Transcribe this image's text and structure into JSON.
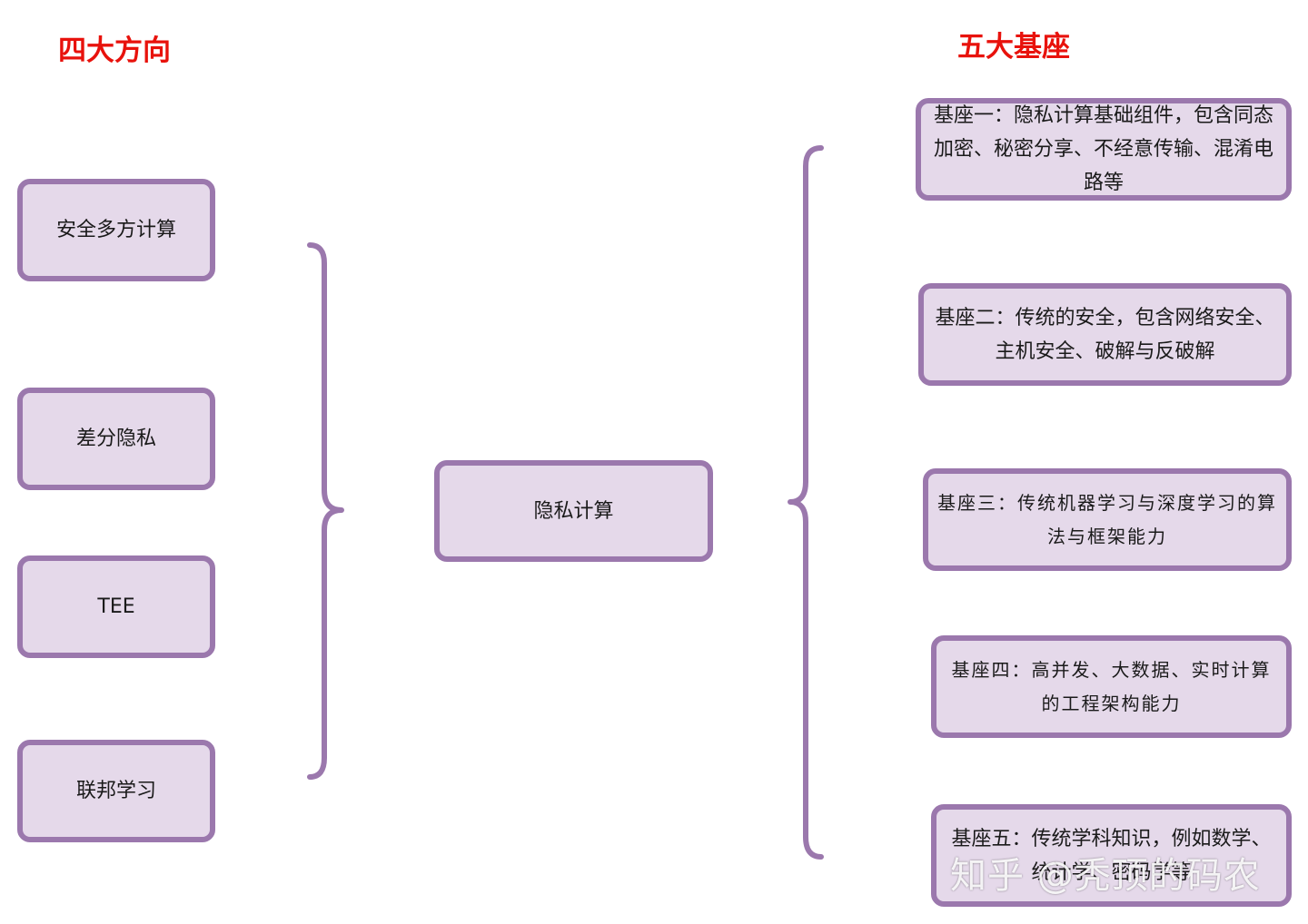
{
  "headings": {
    "left": "四大方向",
    "right": "五大基座"
  },
  "directions": [
    "安全多方计算",
    "差分隐私",
    "TEE",
    "联邦学习"
  ],
  "center": "隐私计算",
  "foundations": [
    "基座一：隐私计算基础组件，包含同态加密、秘密分享、不经意传输、混淆电路等",
    "基座二：传统的安全，包含网络安全、主机安全、破解与反破解",
    "基座三：传统机器学习与深度学习的算法与框架能力",
    "基座四：高并发、大数据、实时计算的工程架构能力",
    "基座五：传统学科知识，例如数学、统计学、密码学等"
  ],
  "watermark": "知乎 @秃顶的码农",
  "colors": {
    "box_fill": "#e5d9ea",
    "box_border": "#9b78ad",
    "heading": "#e8120c"
  }
}
